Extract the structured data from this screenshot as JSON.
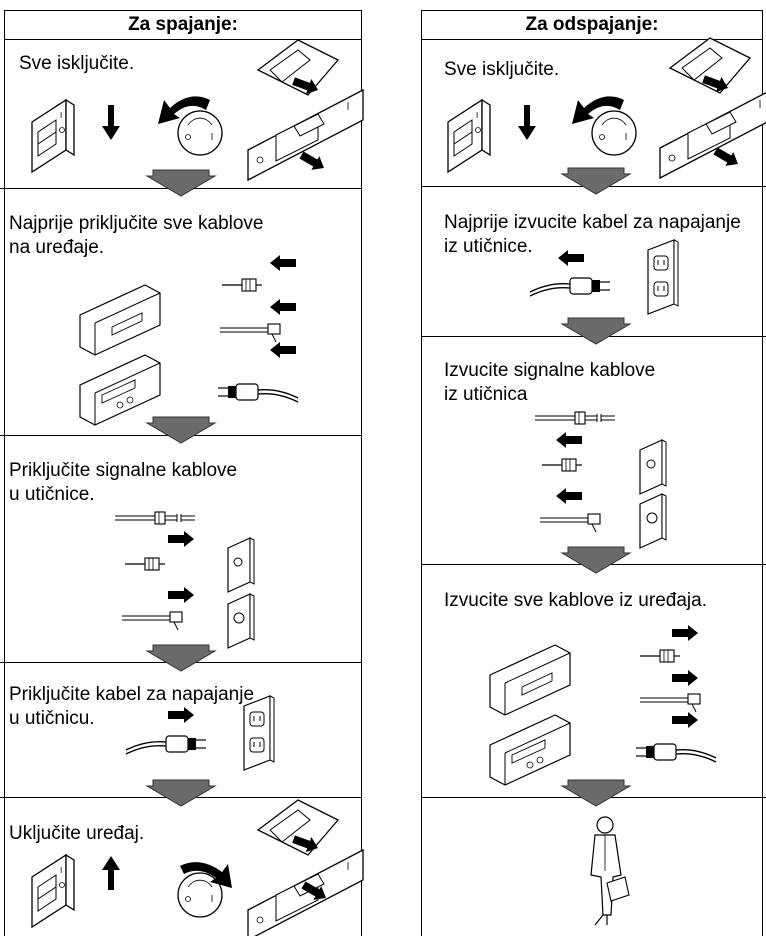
{
  "left": {
    "title": "Za spajanje:",
    "steps": [
      "Sve isključite.",
      "Najprije priključite sve kablove\nna uređaje.",
      "Priključite signalne kablove\nu utičnice.",
      "Priključite kabel za napajanje\nu utičnicu.",
      "Uključite uređaj."
    ]
  },
  "right": {
    "title": "Za odspajanje:",
    "steps": [
      "Sve isključite.",
      "Najprije izvucite kabel za napajanje\niz utičnice.",
      "Izvucite signalne kablove\niz utičnica",
      "Izvucite sve kablove iz uređaja."
    ]
  }
}
